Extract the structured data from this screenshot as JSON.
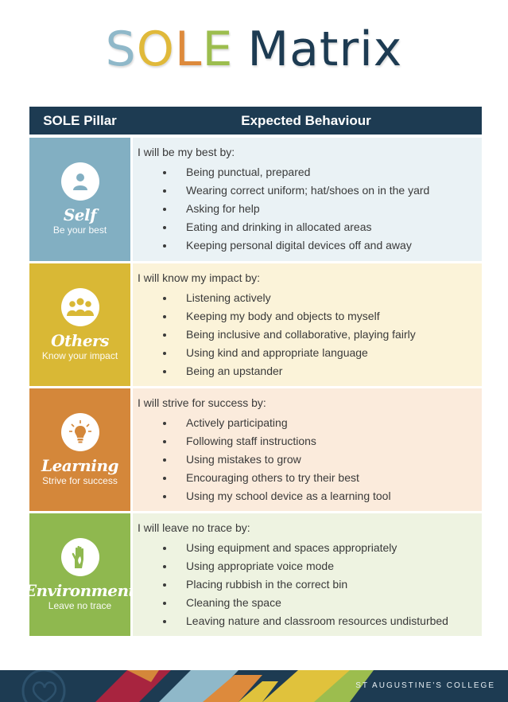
{
  "title": {
    "letters": [
      {
        "char": "S",
        "color": "#8fb8c9"
      },
      {
        "char": "O",
        "color": "#e0b93a"
      },
      {
        "char": "L",
        "color": "#dd8a3c"
      },
      {
        "char": "E",
        "color": "#9cbd4e"
      },
      {
        "char": " ",
        "color": "#1d3b52"
      },
      {
        "char": "M",
        "color": "#1d3b52"
      },
      {
        "char": "a",
        "color": "#1d3b52"
      },
      {
        "char": "t",
        "color": "#1d3b52"
      },
      {
        "char": "r",
        "color": "#1d3b52"
      },
      {
        "char": "i",
        "color": "#1d3b52"
      },
      {
        "char": "x",
        "color": "#1d3b52"
      }
    ]
  },
  "table": {
    "header_pillar": "SOLE Pillar",
    "header_behaviour": "Expected Behaviour"
  },
  "rows": [
    {
      "name": "Self",
      "subtitle": "Be your best",
      "icon": "person-icon",
      "color": "#82afc2",
      "bg": "#eaf2f5",
      "intro": "I will be my best by:",
      "items": [
        "Being punctual, prepared",
        "Wearing correct uniform; hat/shoes on in the yard",
        "Asking for help",
        "Eating and drinking in allocated areas",
        "Keeping personal digital devices off and away"
      ]
    },
    {
      "name": "Others",
      "subtitle": "Know your impact",
      "icon": "group-icon",
      "color": "#d9b835",
      "bg": "#fbf3d9",
      "intro": "I will know my impact by:",
      "items": [
        "Listening actively",
        "Keeping my body and objects to myself",
        "Being inclusive and collaborative, playing fairly",
        "Using kind and appropriate language",
        "Being an upstander"
      ]
    },
    {
      "name": "Learning",
      "subtitle": "Strive for success",
      "icon": "lightbulb-icon",
      "color": "#d4873a",
      "bg": "#fbebdc",
      "intro": "I will strive for success by:",
      "items": [
        "Actively participating",
        "Following staff instructions",
        "Using mistakes to grow",
        "Encouraging others to try their best",
        "Using my school device as a learning tool"
      ]
    },
    {
      "name": "Environment",
      "subtitle": "Leave no trace",
      "icon": "hand-leaf-icon",
      "color": "#8fb84f",
      "bg": "#eef3e1",
      "intro": "I will leave no trace by:",
      "items": [
        "Using equipment and spaces appropriately",
        "Using appropriate voice mode",
        "Placing rubbish in the correct bin",
        "Cleaning the space",
        "Leaving nature and classroom resources undisturbed"
      ]
    }
  ],
  "footer": {
    "text": "ST AUGUSTINE'S COLLEGE"
  }
}
